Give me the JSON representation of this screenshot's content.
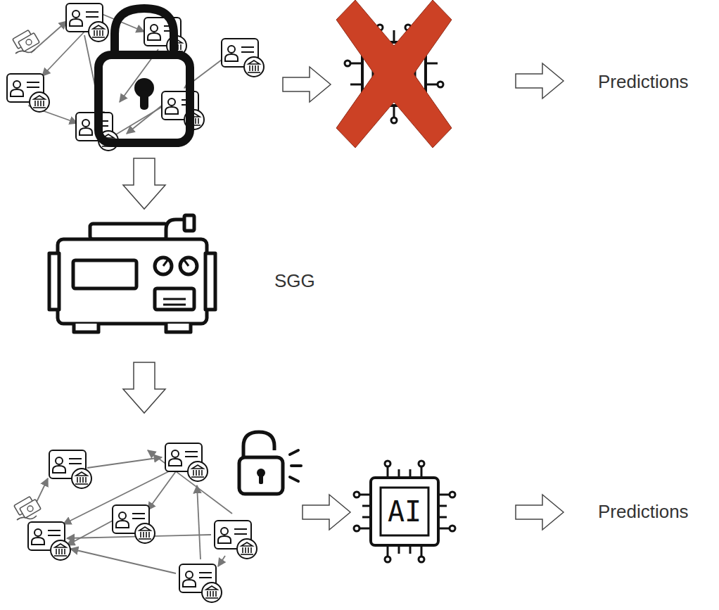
{
  "diagram": {
    "labels": [
      "Predictions",
      "SGG",
      "AI",
      "Predictions"
    ]
  }
}
